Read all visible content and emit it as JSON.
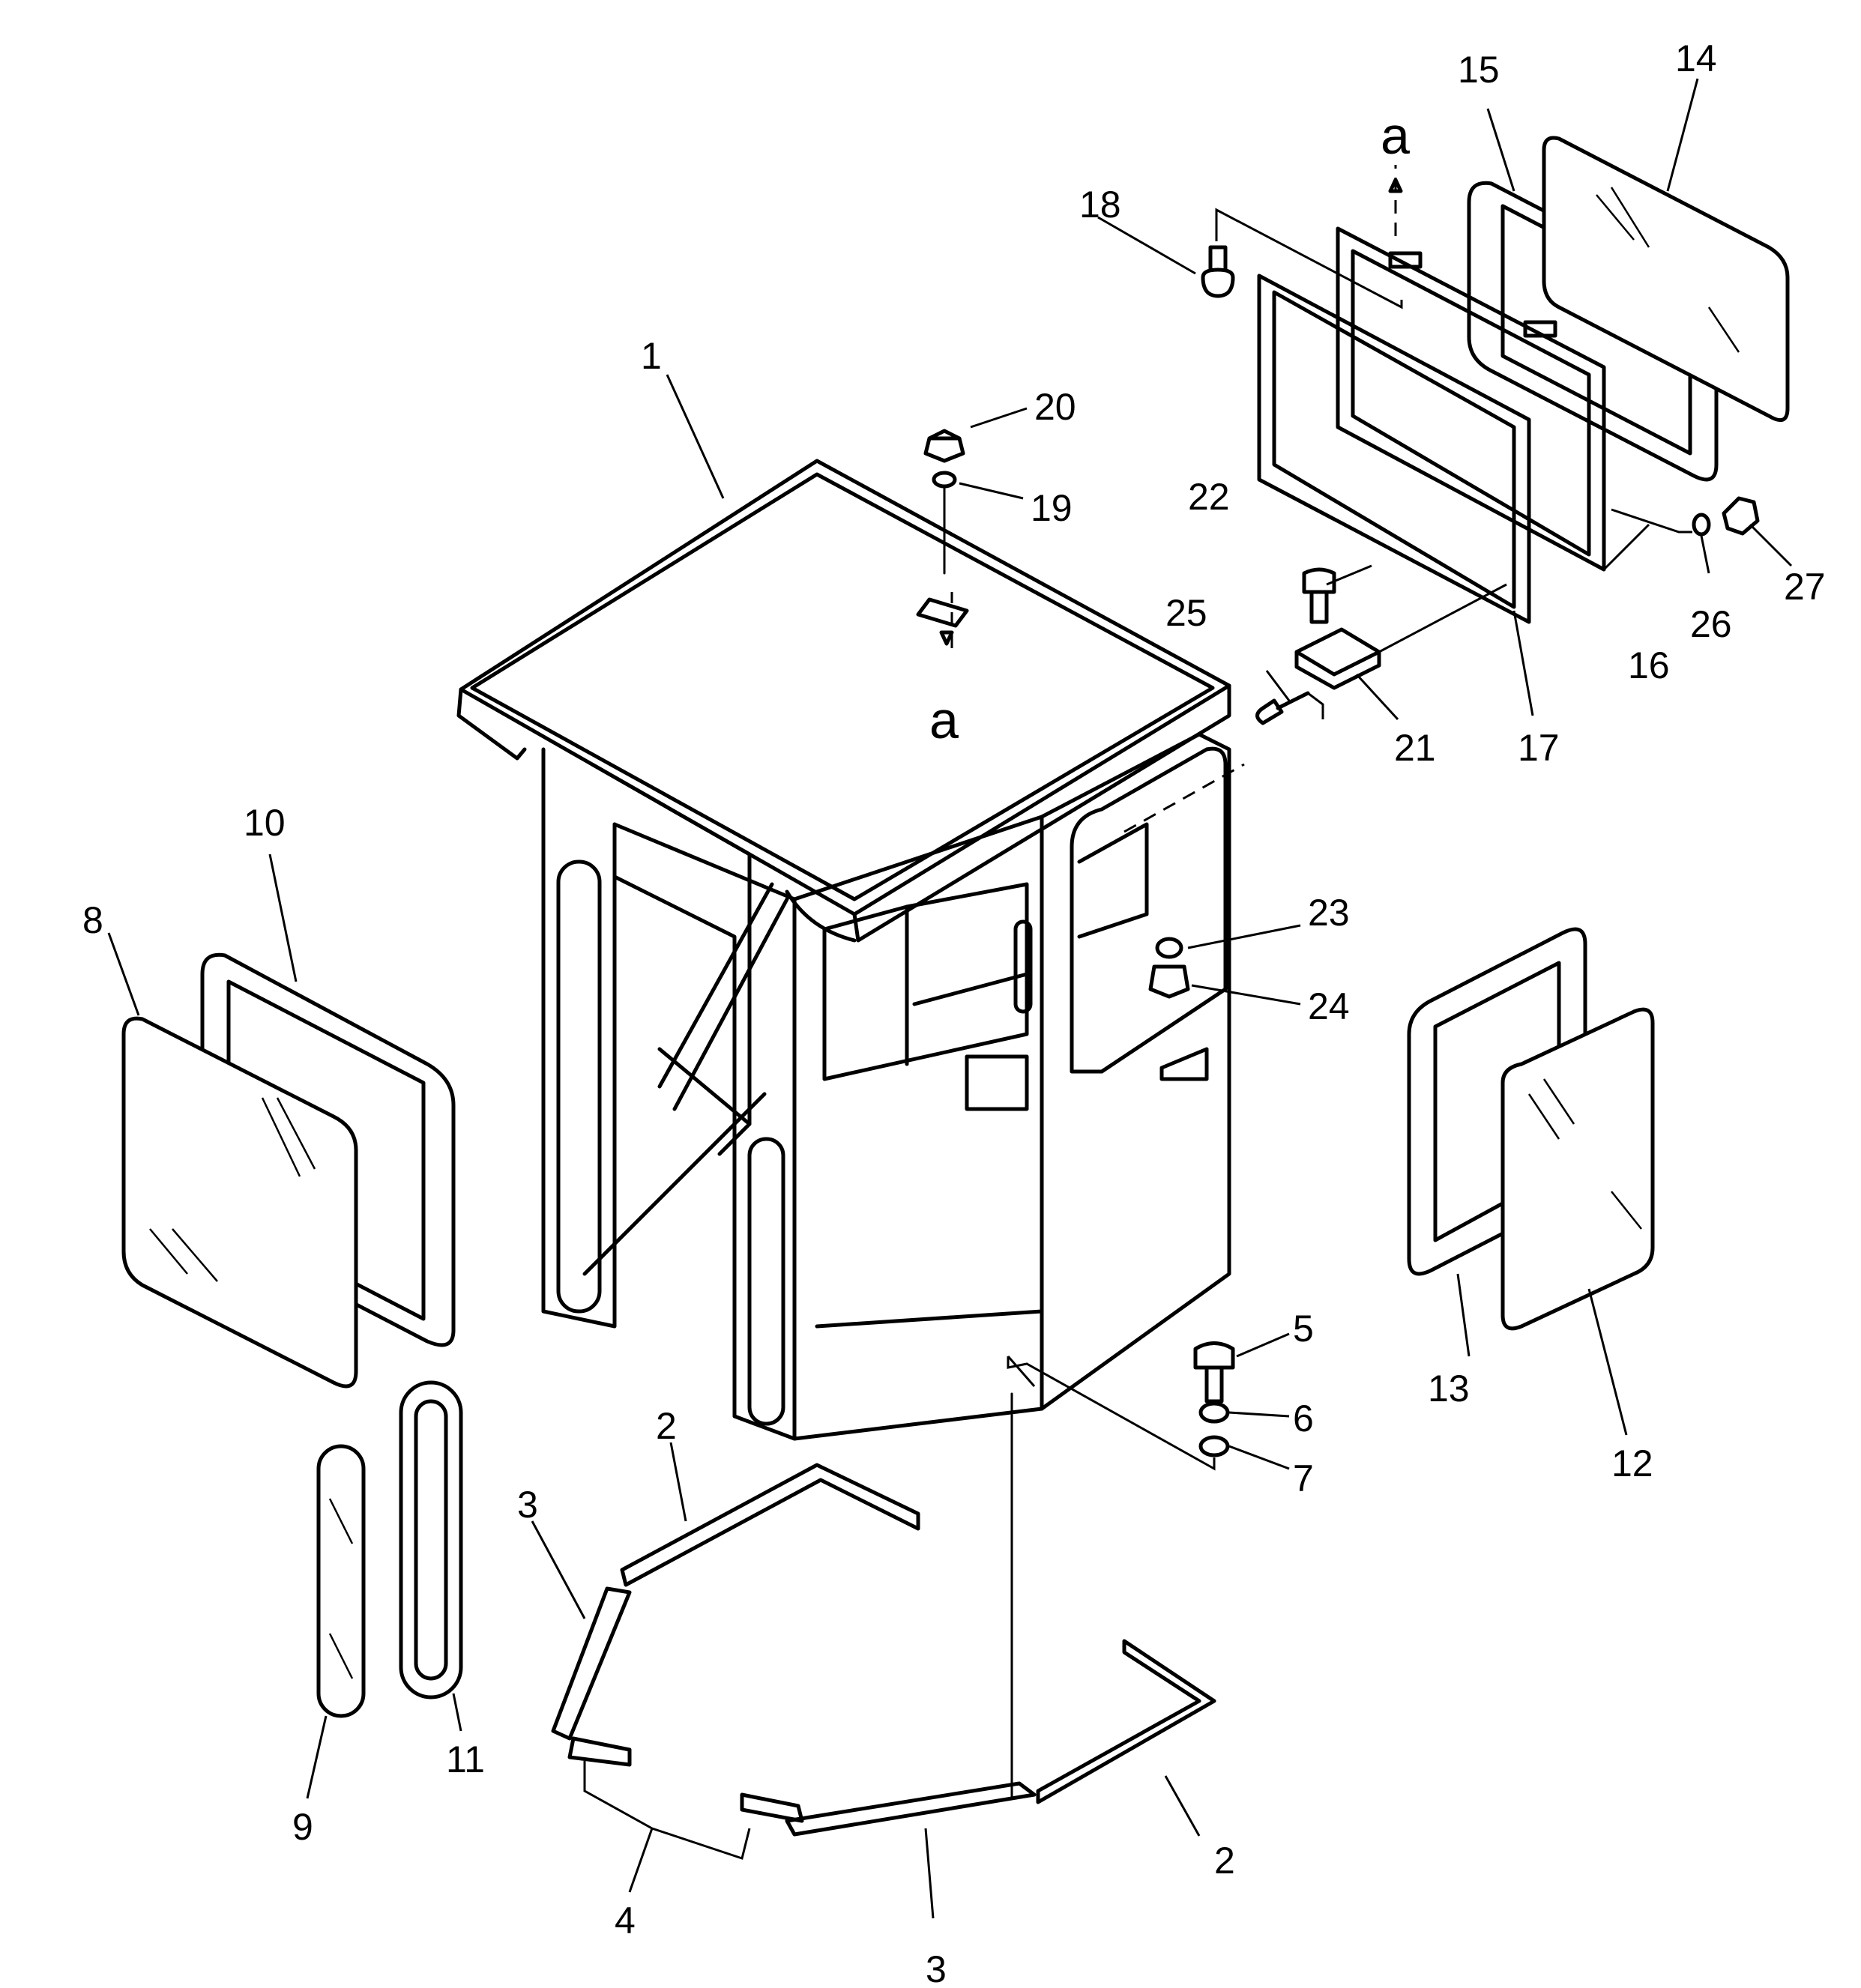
{
  "callouts": {
    "c1": "1",
    "c2a": "2",
    "c2b": "2",
    "c3a": "3",
    "c3b": "3",
    "c4": "4",
    "c5": "5",
    "c6": "6",
    "c7": "7",
    "c8": "8",
    "c9": "9",
    "c10": "10",
    "c11": "11",
    "c12": "12",
    "c13": "13",
    "c14": "14",
    "c15": "15",
    "c16": "16",
    "c17": "17",
    "c18": "18",
    "c19": "19",
    "c20": "20",
    "c21": "21",
    "c22": "22",
    "c23": "23",
    "c24": "24",
    "c25": "25",
    "c26": "26",
    "c27": "27"
  },
  "refs": {
    "top": "a",
    "bottom": "a"
  }
}
